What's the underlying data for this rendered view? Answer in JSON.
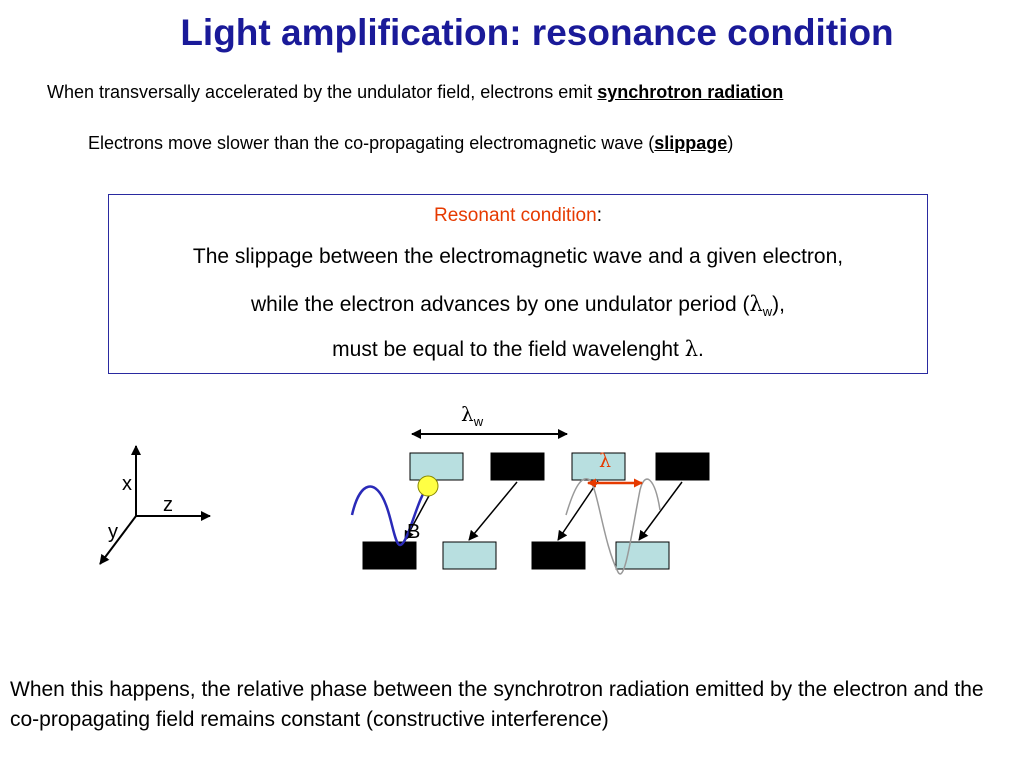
{
  "title": "Light amplification: resonance condition",
  "line1": {
    "prefix": "When transversally accelerated by the undulator field, electrons emit ",
    "highlight": "synchrotron radiation"
  },
  "line2": {
    "prefix": "Electrons move slower than the co-propagating electromagnetic wave (",
    "highlight": "slippage",
    "suffix": ")"
  },
  "box": {
    "label_red": "Resonant condition",
    "label_colon": ":",
    "line1": "The slippage between the electromagnetic wave and a given electron,",
    "line2_prefix": "while the electron advances by one undulator period (",
    "lambda": "λ",
    "sub_w": "w",
    "line2_suffix": "),",
    "line3_prefix": "must be equal to the field wavelenght ",
    "line3_suffix": "."
  },
  "diagram": {
    "axis_x": "x",
    "axis_y": "y",
    "axis_z": "z",
    "label_b": "B",
    "label_lambda": "λ",
    "label_lambda_w": "λ",
    "label_sub_w": "w"
  },
  "bottom_text": "When this happens, the relative phase between the synchrotron radiation emitted by the electron and the co-propagating field remains constant (constructive interference)",
  "colors": {
    "title": "#1a1a99",
    "resonant_label": "#e63a00",
    "box_border": "#2a2aa0",
    "magnet_light": "#b8dfe0",
    "magnet_dark": "#000000",
    "electron": "#ffff44",
    "wave_blue": "#2a2ab8",
    "wave_gray": "#999999",
    "lambda_arrow": "#e63a00"
  }
}
